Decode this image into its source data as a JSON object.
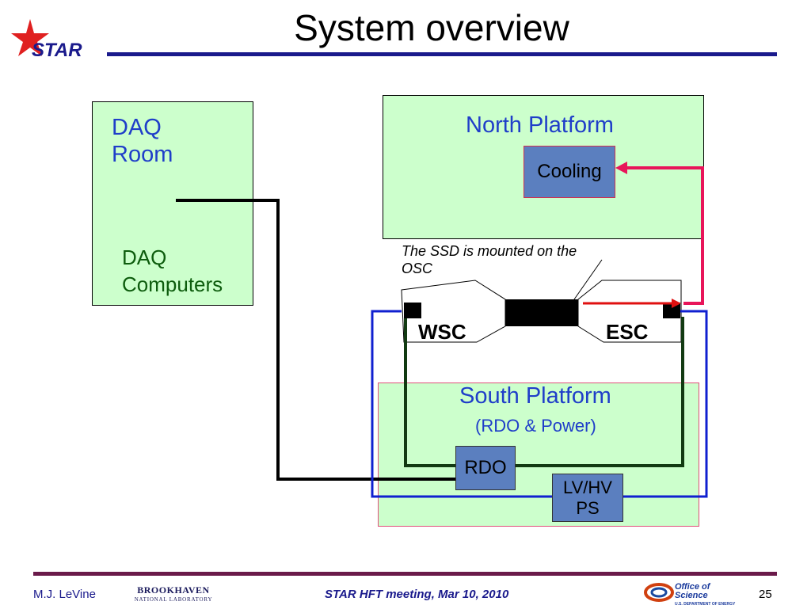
{
  "slide": {
    "title": "System overview",
    "logo_text": "STAR",
    "page_number": "25"
  },
  "diagram": {
    "daq_room": {
      "line1": "DAQ",
      "line2": "Room"
    },
    "daq_computers": {
      "line1": "DAQ",
      "line2": "Computers"
    },
    "north_platform": "North Platform",
    "cooling": "Cooling",
    "annotation": {
      "line1": "The SSD is mounted on the",
      "line2": "OSC"
    },
    "wsc": "WSC",
    "esc": "ESC",
    "south_platform": "South Platform",
    "south_subtitle": "(RDO & Power)",
    "rdo": "RDO",
    "lvhv": {
      "line1": "LV/HV",
      "line2": "PS"
    }
  },
  "footer": {
    "author": "M.J. LeVine",
    "meeting": "STAR HFT meeting, Mar 10, 2010",
    "bnl_logo_line1": "BROOKHAVEN",
    "bnl_logo_line2": "NATIONAL LABORATORY",
    "doe_logo_line1": "Office of",
    "doe_logo_line2": "Science",
    "doe_logo_line3": "U.S. DEPARTMENT OF ENERGY"
  },
  "colors": {
    "title_bar": "#1a1a8c",
    "footer_bar": "#6a1a4a",
    "platform_fill": "#ccffcc",
    "module_fill": "#5b7fbf",
    "cooling_line": "#e8155a",
    "cable_blue": "#1020d0",
    "cable_dark_green": "#123a12",
    "label_blue": "#1f3ec9"
  }
}
